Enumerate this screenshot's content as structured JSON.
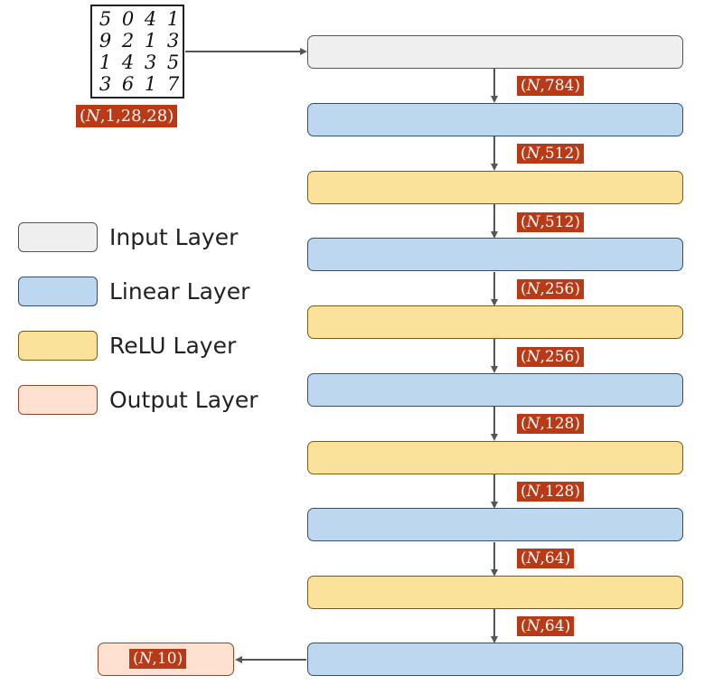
{
  "legend": [
    {
      "label": "Input Layer",
      "color": "#efefef"
    },
    {
      "label": "Linear Layer",
      "color": "#bdd7ee"
    },
    {
      "label": "ReLU Layer",
      "color": "#fbe29a"
    },
    {
      "label": "Output Layer",
      "color": "#fde0d0"
    }
  ],
  "input_image": {
    "digit_rows": [
      [
        "5",
        "0",
        "4",
        "1"
      ],
      [
        "9",
        "2",
        "1",
        "3"
      ],
      [
        "1",
        "4",
        "3",
        "5"
      ],
      [
        "3",
        "6",
        "1",
        "7"
      ]
    ]
  },
  "input_shape": {
    "n": "N",
    "dims": ",1,28,28"
  },
  "layers": [
    {
      "type": "input"
    },
    {
      "type": "linear"
    },
    {
      "type": "relu"
    },
    {
      "type": "linear"
    },
    {
      "type": "relu"
    },
    {
      "type": "linear"
    },
    {
      "type": "relu"
    },
    {
      "type": "linear"
    },
    {
      "type": "relu"
    },
    {
      "type": "linear"
    }
  ],
  "shapes": [
    {
      "n": "N",
      "dims": ",784"
    },
    {
      "n": "N",
      "dims": ",512"
    },
    {
      "n": "N",
      "dims": ",512"
    },
    {
      "n": "N",
      "dims": ",256"
    },
    {
      "n": "N",
      "dims": ",256"
    },
    {
      "n": "N",
      "dims": ",128"
    },
    {
      "n": "N",
      "dims": ",128"
    },
    {
      "n": "N",
      "dims": ",64"
    },
    {
      "n": "N",
      "dims": ",64"
    }
  ],
  "output_shape": {
    "n": "N",
    "dims": ",10"
  },
  "colors": {
    "input": "#efefef",
    "linear": "#bdd7ee",
    "relu": "#fbe29a",
    "output": "#fde0d0",
    "shape_label": "#b83a17",
    "arrow": "#555555"
  }
}
